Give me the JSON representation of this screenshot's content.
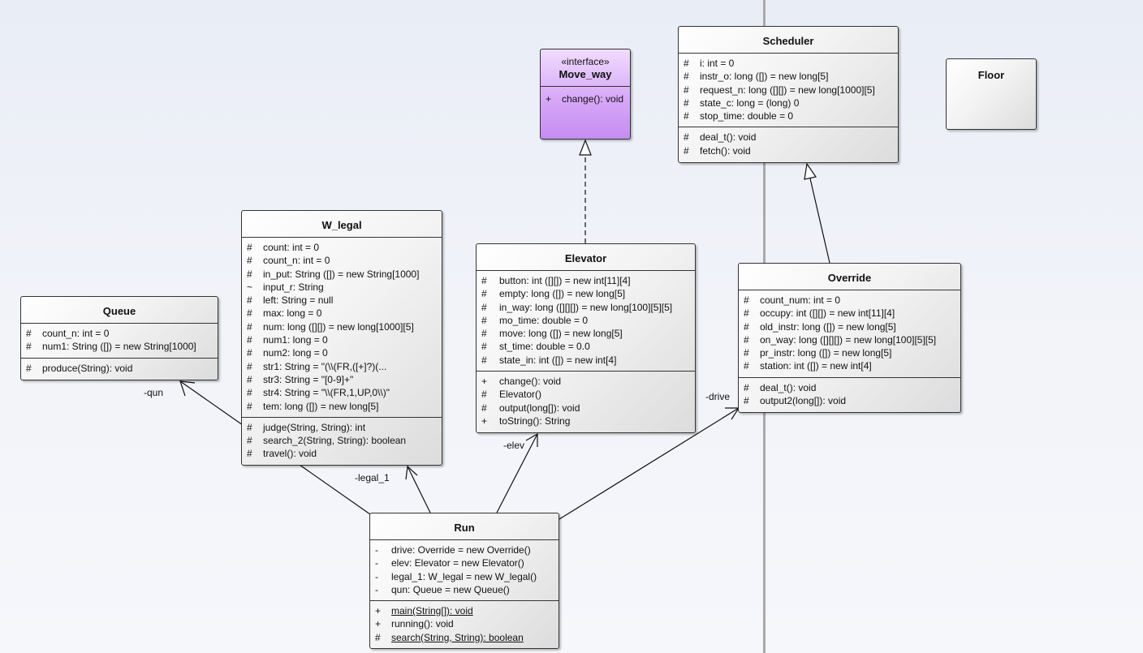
{
  "classes": {
    "move_way": {
      "stereotype": "«interface»",
      "name": "Move_way",
      "operations": [
        {
          "vis": "+",
          "text": "change(): void"
        }
      ]
    },
    "scheduler": {
      "name": "Scheduler",
      "attributes": [
        {
          "vis": "#",
          "text": "i: int = 0"
        },
        {
          "vis": "#",
          "text": "instr_o: long ([]) = new long[5]"
        },
        {
          "vis": "#",
          "text": "request_n: long ([][]) = new long[1000][5]"
        },
        {
          "vis": "#",
          "text": "state_c: long = (long) 0"
        },
        {
          "vis": "#",
          "text": "stop_time: double = 0"
        }
      ],
      "operations": [
        {
          "vis": "#",
          "text": "deal_t(): void"
        },
        {
          "vis": "#",
          "text": "fetch(): void"
        }
      ]
    },
    "floor": {
      "name": "Floor"
    },
    "w_legal": {
      "name": "W_legal",
      "attributes": [
        {
          "vis": "#",
          "text": "count: int = 0"
        },
        {
          "vis": "#",
          "text": "count_n: int = 0"
        },
        {
          "vis": "#",
          "text": "in_put: String ([]) = new String[1000]"
        },
        {
          "vis": "~",
          "text": "input_r: String"
        },
        {
          "vis": "#",
          "text": "left: String = null"
        },
        {
          "vis": "#",
          "text": "max: long = 0"
        },
        {
          "vis": "#",
          "text": "num: long ([][]) = new long[1000][5]"
        },
        {
          "vis": "#",
          "text": "num1: long = 0"
        },
        {
          "vis": "#",
          "text": "num2: long = 0"
        },
        {
          "vis": "#",
          "text": "str1: String = \"(\\\\(FR,([+]?)(..."
        },
        {
          "vis": "#",
          "text": "str3: String = \"[0-9]+\""
        },
        {
          "vis": "#",
          "text": "str4: String = \"\\\\(FR,1,UP,0\\\\)\""
        },
        {
          "vis": "#",
          "text": "tem: long ([]) = new long[5]"
        }
      ],
      "operations": [
        {
          "vis": "#",
          "text": "judge(String, String): int"
        },
        {
          "vis": "#",
          "text": "search_2(String, String): boolean"
        },
        {
          "vis": "#",
          "text": "travel(): void"
        }
      ]
    },
    "elevator": {
      "name": "Elevator",
      "attributes": [
        {
          "vis": "#",
          "text": "button: int ([][]) = new int[11][4]"
        },
        {
          "vis": "#",
          "text": "empty: long ([]) = new long[5]"
        },
        {
          "vis": "#",
          "text": "in_way: long ([][][]) = new long[100][5][5]"
        },
        {
          "vis": "#",
          "text": "mo_time: double = 0"
        },
        {
          "vis": "#",
          "text": "move: long ([]) = new long[5]"
        },
        {
          "vis": "#",
          "text": "st_time: double = 0.0"
        },
        {
          "vis": "#",
          "text": "state_in: int ([]) = new int[4]"
        }
      ],
      "operations": [
        {
          "vis": "+",
          "text": "change(): void"
        },
        {
          "vis": "#",
          "text": "Elevator()"
        },
        {
          "vis": "#",
          "text": "output(long[]): void"
        },
        {
          "vis": "+",
          "text": "toString(): String"
        }
      ]
    },
    "override": {
      "name": "Override",
      "attributes": [
        {
          "vis": "#",
          "text": "count_num: int = 0"
        },
        {
          "vis": "#",
          "text": "occupy: int ([][]) = new int[11][4]"
        },
        {
          "vis": "#",
          "text": "old_instr: long ([]) = new long[5]"
        },
        {
          "vis": "#",
          "text": "on_way: long ([][][]) = new long[100][5][5]"
        },
        {
          "vis": "#",
          "text": "pr_instr: long ([]) = new long[5]"
        },
        {
          "vis": "#",
          "text": "station: int ([]) = new int[4]"
        }
      ],
      "operations": [
        {
          "vis": "#",
          "text": "deal_t(): void"
        },
        {
          "vis": "#",
          "text": "output2(long[]): void"
        }
      ]
    },
    "queue": {
      "name": "Queue",
      "attributes": [
        {
          "vis": "#",
          "text": "count_n: int = 0"
        },
        {
          "vis": "#",
          "text": "num1: String ([]) = new String[1000]"
        }
      ],
      "operations": [
        {
          "vis": "#",
          "text": "produce(String): void"
        }
      ]
    },
    "run": {
      "name": "Run",
      "attributes": [
        {
          "vis": "-",
          "text": "drive: Override = new Override()"
        },
        {
          "vis": "-",
          "text": "elev: Elevator = new Elevator()"
        },
        {
          "vis": "-",
          "text": "legal_1: W_legal = new W_legal()"
        },
        {
          "vis": "-",
          "text": "qun: Queue = new Queue()"
        }
      ],
      "operations": [
        {
          "vis": "+",
          "text": "main(String[]): void",
          "static": true
        },
        {
          "vis": "+",
          "text": "running(): void"
        },
        {
          "vis": "#",
          "text": "search(String, String): boolean",
          "static": true
        }
      ]
    }
  },
  "roles": {
    "qun": "-qun",
    "legal_1": "-legal_1",
    "elev": "-elev",
    "drive": "-drive"
  },
  "colors": {
    "interface_fill": "#d7a8f8",
    "class_fill": "#f3f3f3",
    "divider": "#a9a9a9"
  }
}
